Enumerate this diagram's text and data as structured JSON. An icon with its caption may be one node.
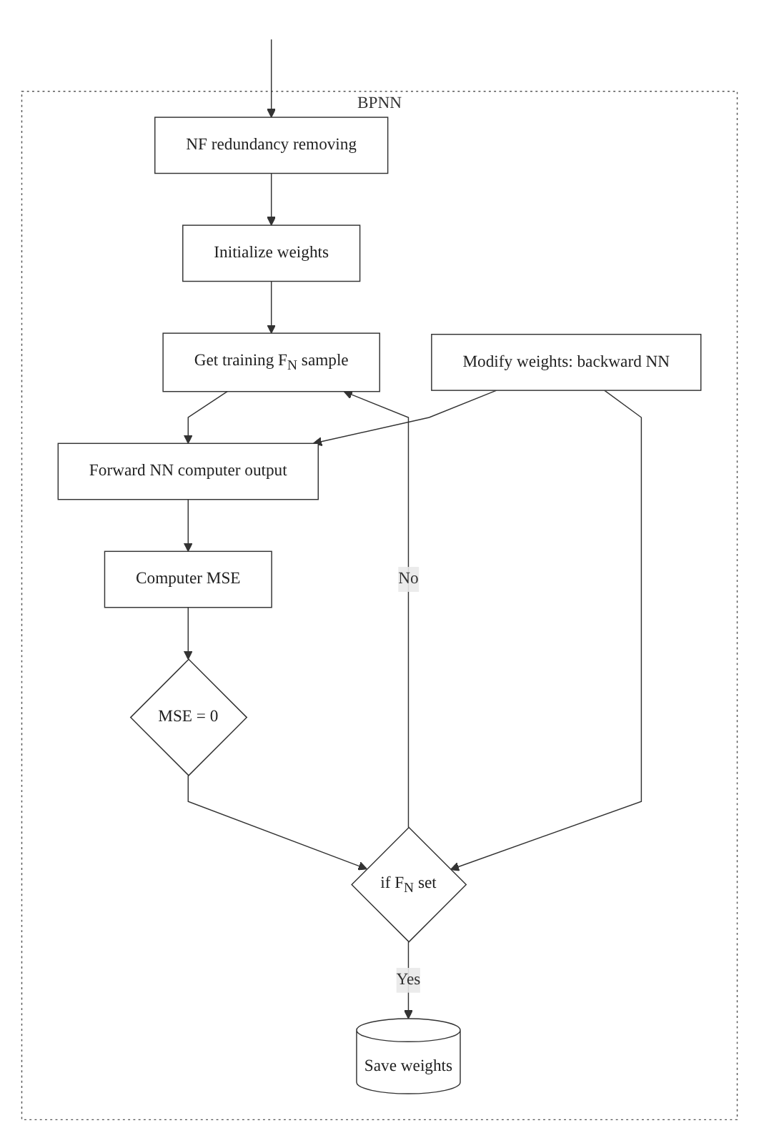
{
  "diagram": {
    "nodes": [
      {
        "text": [
          "BPNN"
        ]
      },
      {
        "text": [
          "NF redundancy removing"
        ],
        "in": 0
      },
      {
        "text": [
          "Initialize weights"
        ],
        "in": 0
      },
      {
        "text": [
          "Get training F$_{N}$ sample"
        ],
        "in": 0
      },
      {
        "text": [
          "Forward NN computer output"
        ],
        "in": 0
      },
      {
        "text": [
          "Computer MSE"
        ],
        "in": 0
      },
      {
        "text": [
          "MSE = 0"
        ],
        "in": 0
      },
      {
        "text": [
          "Modify weights: backward NN"
        ],
        "in": 0
      },
      {
        "text": [
          "if F$_{N}$ set"
        ],
        "in": 0
      },
      {
        "text": [
          "Save weights"
        ],
        "in": 0
      }
    ],
    "edges": [
      {
        "from": null,
        "to": 1,
        "arrow": "to"
      },
      {
        "from": 1,
        "to": 2,
        "arrow": "to"
      },
      {
        "from": 2,
        "to": 3,
        "arrow": "to"
      },
      {
        "from": 3,
        "to": 4,
        "arrow": "to"
      },
      {
        "from": 4,
        "to": 5,
        "arrow": "to"
      },
      {
        "from": 5,
        "to": 6,
        "arrow": "to"
      },
      {
        "from": 6,
        "to": 8,
        "arrow": "to"
      },
      {
        "from": 7,
        "to": 4,
        "arrow": "to"
      },
      {
        "from": 7,
        "to": 8,
        "arrow": "to"
      },
      {
        "from": 8,
        "to": 3,
        "arrow": "to",
        "label": "No"
      },
      {
        "from": 8,
        "to": 9,
        "arrow": "to",
        "label": "Yes"
      }
    ]
  }
}
